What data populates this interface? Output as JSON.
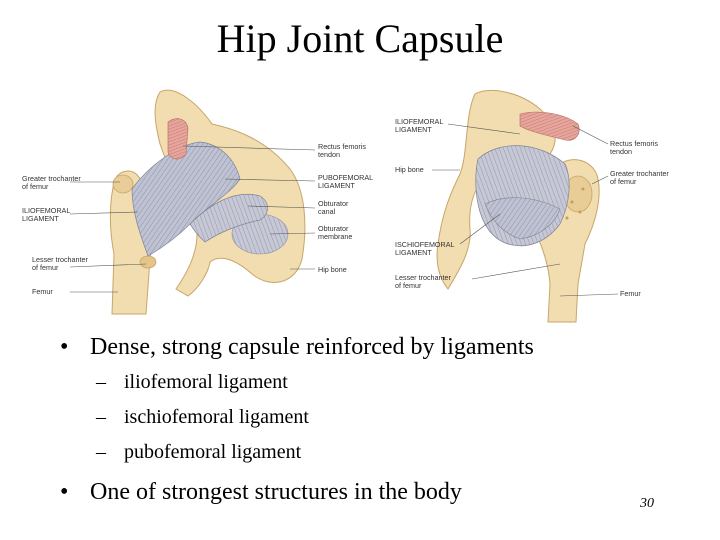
{
  "slide": {
    "title": "Hip Joint Capsule",
    "page_number": "30",
    "bullets": [
      {
        "text": "Dense, strong capsule reinforced by ligaments",
        "subitems": [
          "iliofemoral ligament",
          "ischiofemoral ligament",
          "pubofemoral ligament"
        ]
      },
      {
        "text": "One of strongest structures in the body",
        "subitems": []
      }
    ]
  },
  "figure": {
    "anterior_labels": {
      "greater_trochanter": [
        "Greater trochanter",
        "of femur"
      ],
      "iliofemoral": [
        "ILIOFEMORAL",
        "LIGAMENT"
      ],
      "lesser_trochanter": [
        "Lesser trochanter",
        "of femur"
      ],
      "femur": [
        "Femur"
      ],
      "rectus_femoris": [
        "Rectus femoris",
        "tendon"
      ],
      "pubofemoral": [
        "PUBOFEMORAL",
        "LIGAMENT"
      ],
      "obturator_canal": [
        "Obturator",
        "canal"
      ],
      "obturator_membrane": [
        "Obturator",
        "membrane"
      ],
      "hip_bone": [
        "Hip bone"
      ]
    },
    "posterior_labels": {
      "iliofemoral": [
        "ILIOFEMORAL",
        "LIGAMENT"
      ],
      "hip_bone": [
        "Hip bone"
      ],
      "ischiofemoral": [
        "ISCHIOFEMORAL",
        "LIGAMENT"
      ],
      "lesser_trochanter": [
        "Lesser trochanter",
        "of femur"
      ],
      "rectus_femoris": [
        "Rectus femoris",
        "tendon"
      ],
      "greater_trochanter": [
        "Greater trochanter",
        "of femur"
      ],
      "femur": [
        "Femur"
      ]
    },
    "colors": {
      "bone": "#f1ddb0",
      "bone_shade": "#dcbb80",
      "ligament": "#b9bccd",
      "tendon": "#e4a39b",
      "line": "#555555"
    }
  }
}
